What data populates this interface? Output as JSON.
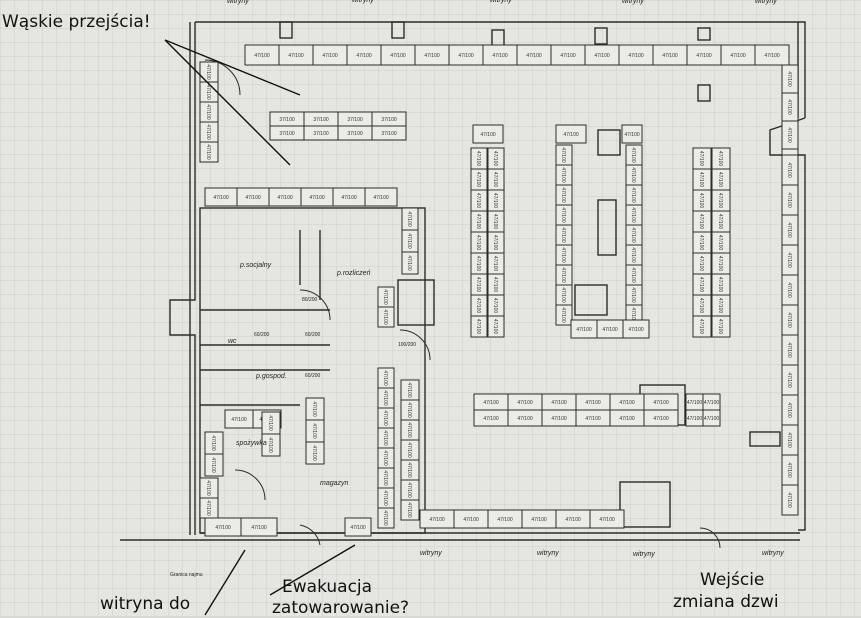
{
  "annotations": {
    "narrow_passages": "Wąskie przejścia!",
    "shop_window_to": "witryna do",
    "evacuation_line1": "Ewakuacja",
    "evacuation_line2": "zatowarowanie?",
    "entrance_line1": "Wejście",
    "entrance_line2": "zmiana dzwi"
  },
  "rooms": {
    "social": "p.socjalny",
    "accounting": "p.rozliczeń",
    "wc": "wc",
    "utility": "p.gospod.",
    "food": "spożywka",
    "warehouse": "magazyn",
    "border": "Granica najmu"
  },
  "windows_label": "witryny",
  "shelf_codes": {
    "standard": "47/100",
    "small": "37/100",
    "door_1": "80/200",
    "door_2": "100/200",
    "wc_1": "60/200",
    "wc_2": "60/200",
    "util": "60/200"
  },
  "colors": {
    "ink": "#2b2b2b",
    "paper": "#e6e6e1",
    "note": "#111111"
  }
}
